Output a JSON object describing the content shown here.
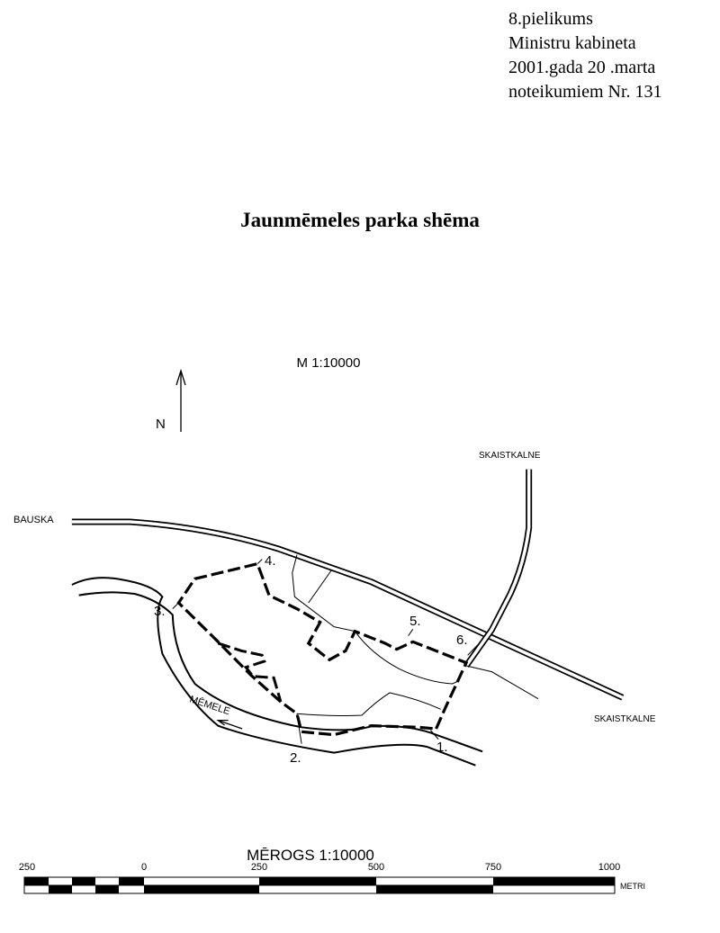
{
  "annex": {
    "lines": [
      "8.pielikums",
      "Ministru kabineta",
      "2001.gada 20 .marta",
      "noteikumiem Nr. 131"
    ]
  },
  "title": "Jaunmēmeles parka shēma",
  "map": {
    "scale_text": "M 1:10000",
    "north_label": "N",
    "places": {
      "bauska": "BAUSKA",
      "skaistkalne_north": "SKAISTKALNE",
      "skaistkalne_east": "SKAISTKALNE",
      "river": "MĒMELE"
    },
    "points": [
      "1.",
      "2.",
      "3.",
      "4.",
      "5.",
      "6."
    ]
  },
  "scalebar": {
    "title": "MĒROGS 1:10000",
    "ticks": [
      "250",
      "0",
      "250",
      "500",
      "750",
      "1000"
    ],
    "unit": "METRI"
  }
}
